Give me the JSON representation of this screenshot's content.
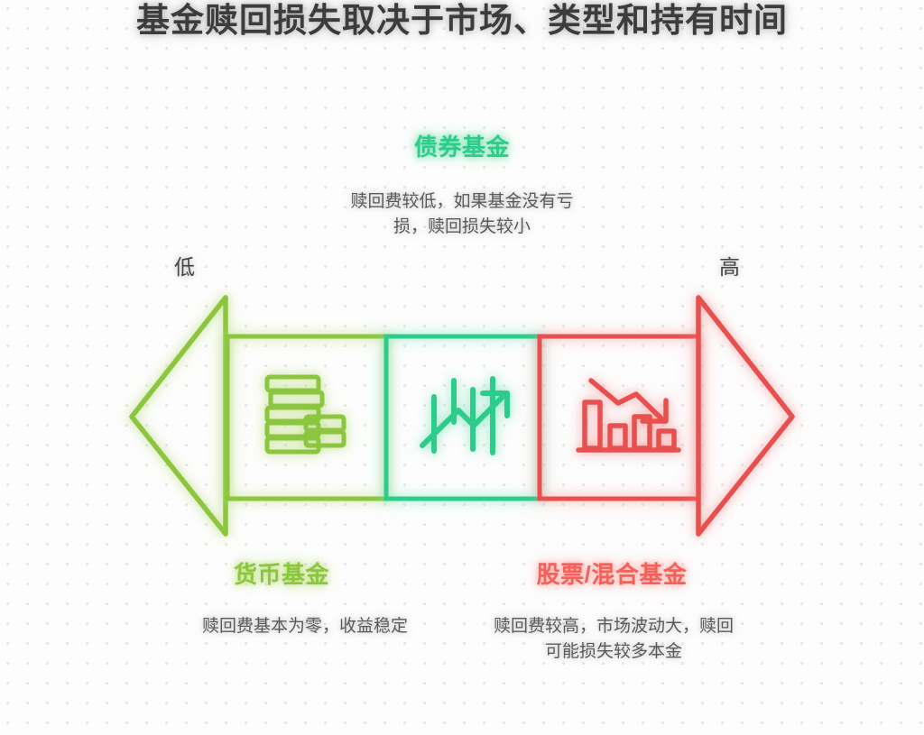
{
  "page": {
    "title": "基金赎回损失取决于市场、类型和持有时间",
    "background_color": "#fdfdfd"
  },
  "scale": {
    "low_label": "低",
    "high_label": "高",
    "low_color": "#444444",
    "high_color": "#444444"
  },
  "segments": [
    {
      "id": "money-market",
      "title": "货币基金",
      "description": "赎回费基本为零，收益稳定",
      "color": "#8cc63f",
      "glow_color": "#e4f0c6",
      "icon": "coin-stack-icon",
      "position": "bottom-left"
    },
    {
      "id": "bond",
      "title": "债券基金",
      "description": "赎回费较低，如果基金没有亏损，赎回损失较小",
      "color": "#2ecc8a",
      "glow_color": "#c4eedc",
      "icon": "bar-chart-up-arrow-icon",
      "position": "top-center"
    },
    {
      "id": "equity-hybrid",
      "title": "股票/混合基金",
      "description": "赎回费较高，市场波动大，赎回可能损失较多本金",
      "color": "#e8504f",
      "glow_color": "#fbd4d2",
      "icon": "bar-chart-down-arrow-icon",
      "position": "bottom-right"
    }
  ]
}
